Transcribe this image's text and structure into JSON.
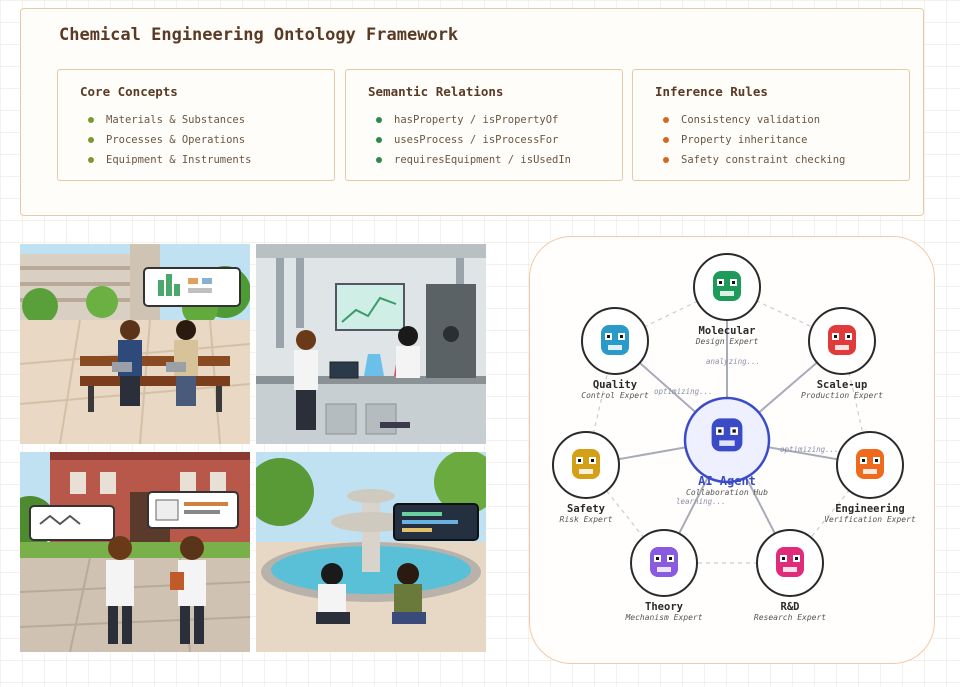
{
  "framework": {
    "title": "Chemical Engineering Ontology Framework",
    "sections": [
      {
        "heading": "Core Concepts",
        "bullet_color": "#7a9a2e",
        "items": [
          "Materials & Substances",
          "Processes & Operations",
          "Equipment & Instruments"
        ]
      },
      {
        "heading": "Semantic Relations",
        "bullet_color": "#2e8a4a",
        "items": [
          "hasProperty / isPropertyOf",
          "usesProcess / isProcessFor",
          "requiresEquipment / isUsedIn"
        ]
      },
      {
        "heading": "Inference Rules",
        "bullet_color": "#d2691e",
        "items": [
          "Consistency validation",
          "Property inheritance",
          "Safety constraint checking"
        ]
      }
    ]
  },
  "scenes": [
    {
      "icon": "campus-bench-discussion-scene"
    },
    {
      "icon": "laboratory-experiment-scene"
    },
    {
      "icon": "campus-walk-conversation-scene"
    },
    {
      "icon": "fountain-coding-discussion-scene"
    }
  ],
  "network": {
    "center": {
      "title": "AI Agent",
      "subtitle": "Collaboration Hub",
      "color": "#3b4bc8"
    },
    "experts": [
      {
        "title": "Molecular",
        "subtitle": "Design Expert",
        "color": "#1e9a5a"
      },
      {
        "title": "Scale-up",
        "subtitle": "Production Expert",
        "color": "#e03a3a"
      },
      {
        "title": "Engineering",
        "subtitle": "Verification Expert",
        "color": "#f06a1e"
      },
      {
        "title": "R&D",
        "subtitle": "Research Expert",
        "color": "#e02a7a"
      },
      {
        "title": "Theory",
        "subtitle": "Mechanism Expert",
        "color": "#8a5ae0"
      },
      {
        "title": "Safety",
        "subtitle": "Risk Expert",
        "color": "#d4a017"
      },
      {
        "title": "Quality",
        "subtitle": "Control Expert",
        "color": "#2a9ac8"
      }
    ],
    "edge_labels": [
      "analyzing...",
      "optimizing...",
      "optimizing...",
      "learning..."
    ]
  }
}
